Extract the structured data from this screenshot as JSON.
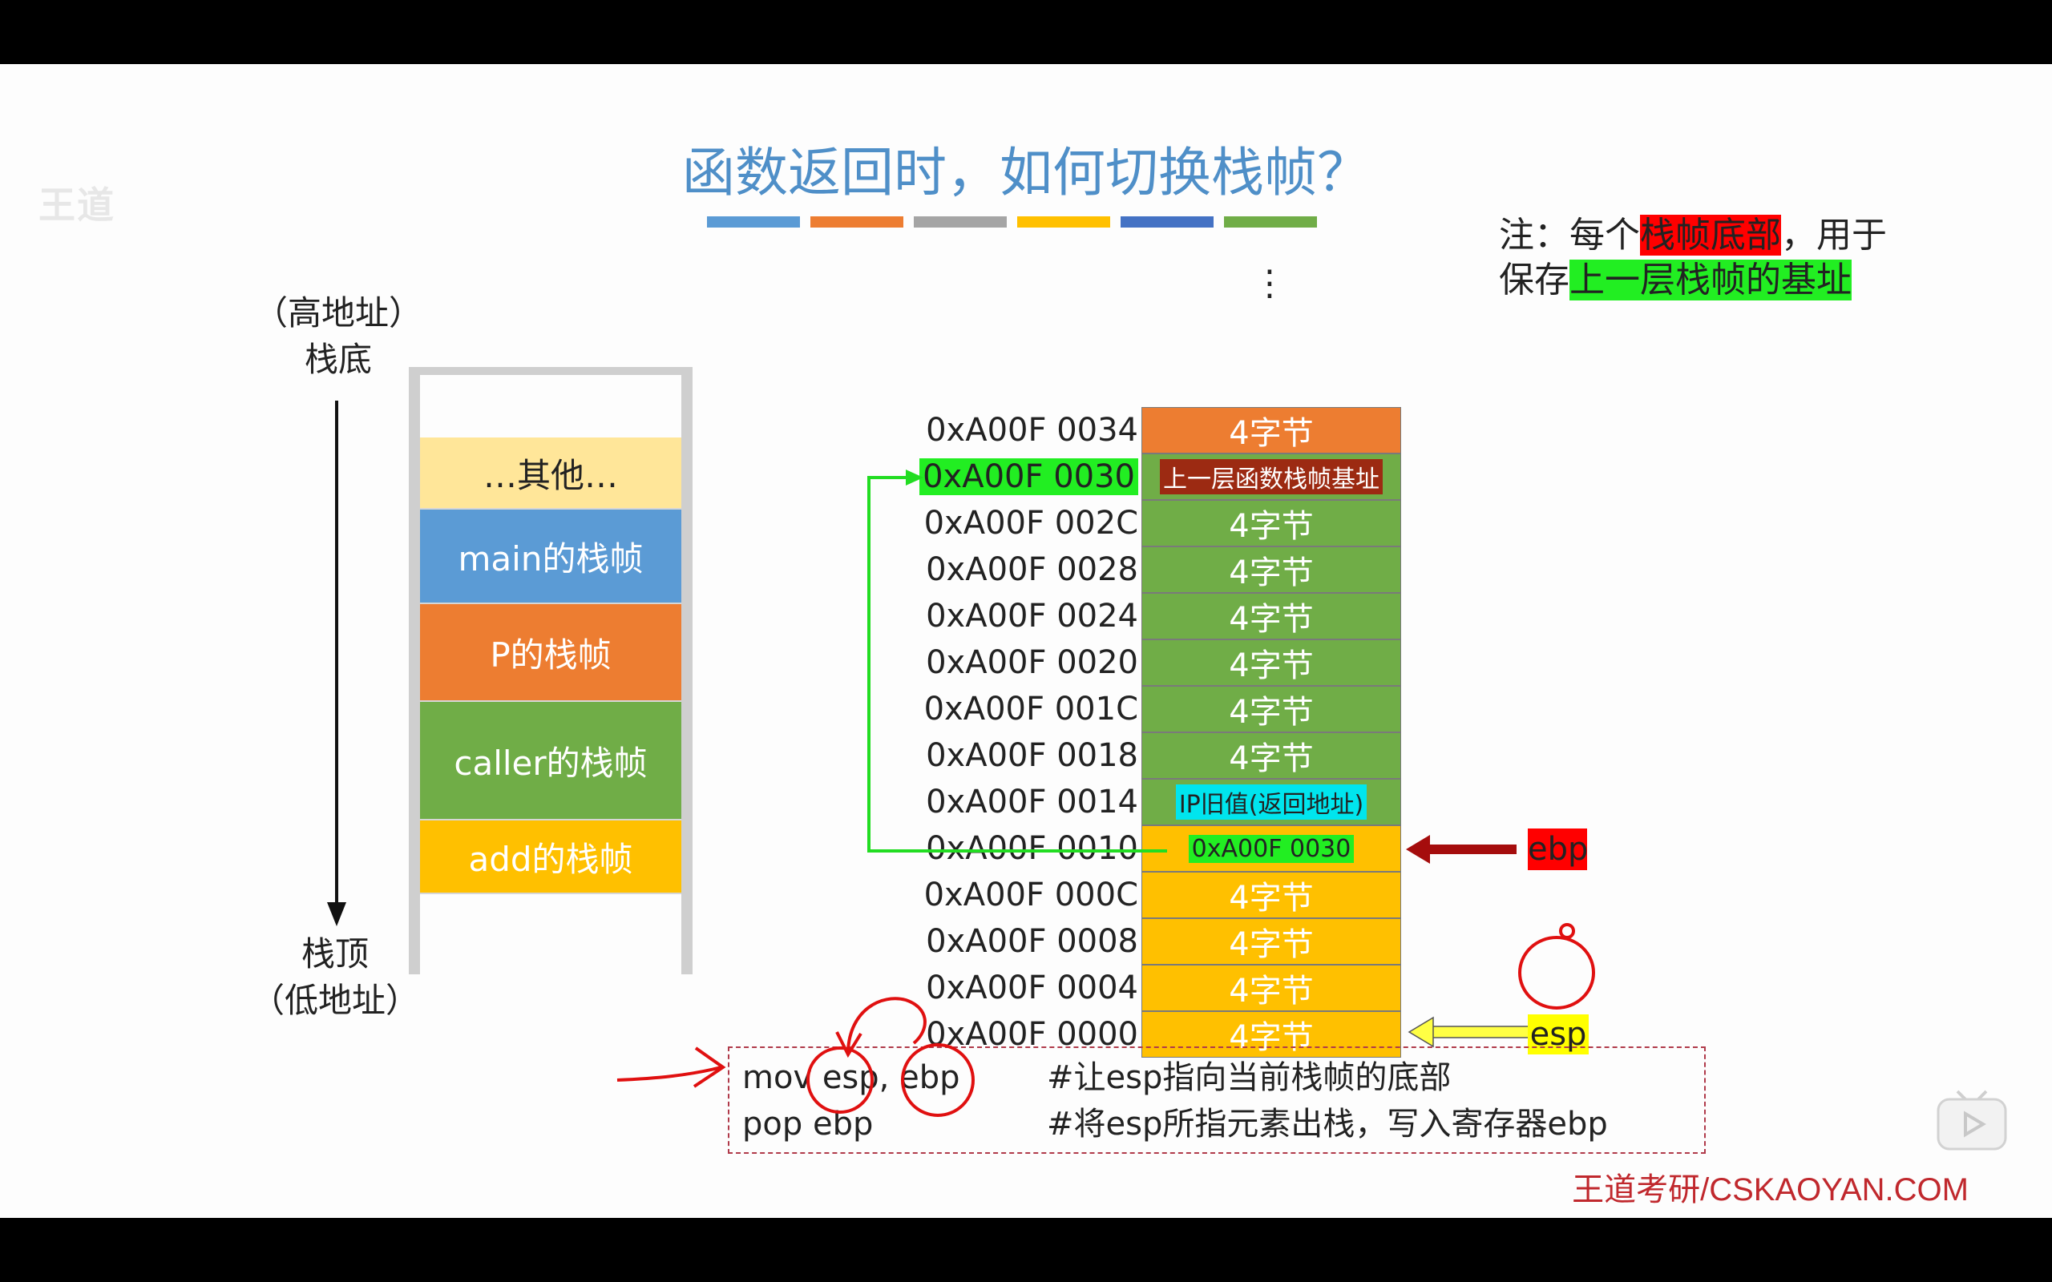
{
  "watermark_faint": "王道",
  "title": "函数返回时，如何切换栈帧？",
  "color_strips": [
    "#5b9bd5",
    "#ed7d31",
    "#a5a5a5",
    "#ffc000",
    "#4472c4",
    "#70ad47"
  ],
  "note": {
    "line1_prefix": "注：每个",
    "line1_highlight": "栈帧底部",
    "line1_suffix": "，用于",
    "line2_prefix": "保存",
    "line2_highlight": "上一层栈帧的基址"
  },
  "left_axis": {
    "top_line1": "（高地址）",
    "top_line2": "栈底",
    "bottom_line1": "栈顶",
    "bottom_line2": "（低地址）"
  },
  "stack_frames": [
    {
      "label": "…其他…",
      "color": "#ffe699",
      "text_color": "#222"
    },
    {
      "label": "main的栈帧",
      "color": "#5b9bd5",
      "text_color": "#fff"
    },
    {
      "label": "P的栈帧",
      "color": "#ed7d31",
      "text_color": "#fff"
    },
    {
      "label": "caller的栈帧",
      "color": "#70ad47",
      "text_color": "#fff"
    },
    {
      "label": "add的栈帧",
      "color": "#ffc000",
      "text_color": "#fff"
    }
  ],
  "dots": "⋮",
  "memory": [
    {
      "addr": "0xA00F 0034",
      "content": "4字节",
      "color": "#ed7d31"
    },
    {
      "addr": "0xA00F 0030",
      "content": "上一层函数栈帧基址",
      "color": "#70ad47",
      "addr_highlight": "#22ee22",
      "content_highlight": "#9c2a12"
    },
    {
      "addr": "0xA00F 002C",
      "content": "4字节",
      "color": "#70ad47"
    },
    {
      "addr": "0xA00F 0028",
      "content": "4字节",
      "color": "#70ad47"
    },
    {
      "addr": "0xA00F 0024",
      "content": "4字节",
      "color": "#70ad47"
    },
    {
      "addr": "0xA00F 0020",
      "content": "4字节",
      "color": "#70ad47"
    },
    {
      "addr": "0xA00F 001C",
      "content": "4字节",
      "color": "#70ad47"
    },
    {
      "addr": "0xA00F 0018",
      "content": "4字节",
      "color": "#70ad47"
    },
    {
      "addr": "0xA00F 0014",
      "content": "IP旧值(返回地址)",
      "color": "#70ad47",
      "content_highlight": "#00e5ee"
    },
    {
      "addr": "0xA00F 0010",
      "content": "0xA00F 0030",
      "color": "#ffc000",
      "content_highlight": "#22ee22"
    },
    {
      "addr": "0xA00F 000C",
      "content": "4字节",
      "color": "#ffc000"
    },
    {
      "addr": "0xA00F 0008",
      "content": "4字节",
      "color": "#ffc000"
    },
    {
      "addr": "0xA00F 0004",
      "content": "4字节",
      "color": "#ffc000"
    },
    {
      "addr": "0xA00F 0000",
      "content": "4字节",
      "color": "#ffc000"
    }
  ],
  "pointers": {
    "ebp": {
      "label": "ebp",
      "color": "#ff0000",
      "arrow_color": "#a50d0d"
    },
    "esp": {
      "label": "esp",
      "color": "#ffff00",
      "arrow_color": "#ffff33"
    }
  },
  "code": [
    {
      "instr": "mov esp, ebp",
      "comment": "#让esp指向当前栈帧的底部"
    },
    {
      "instr": "pop ebp",
      "comment": "#将esp所指元素出栈，写入寄存器ebp"
    }
  ],
  "footer": "王道考研/CSKAOYAN.COM"
}
